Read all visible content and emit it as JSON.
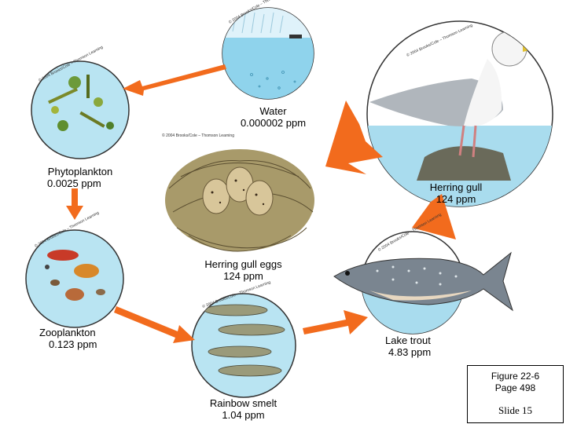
{
  "stages": {
    "water": {
      "name": "Water",
      "value": "0.000002 ppm"
    },
    "phytoplankton": {
      "name": "Phytoplankton",
      "value": "0.0025 ppm"
    },
    "zooplankton": {
      "name": "Zooplankton",
      "value": "0.123 ppm"
    },
    "smelt": {
      "name": "Rainbow smelt",
      "value": "1.04 ppm"
    },
    "trout": {
      "name": "Lake trout",
      "value": "4.83 ppm"
    },
    "gull": {
      "name": "Herring gull",
      "value": "124 ppm"
    },
    "eggs": {
      "name": "Herring gull eggs",
      "value": "124 ppm"
    }
  },
  "copyright": "© 2004 Brooks/Cole – Thomson Learning",
  "figure": {
    "line1": "Figure 22-6",
    "line2": "Page 498",
    "slide": "Slide 15"
  },
  "colors": {
    "arrow": "#f26b1d",
    "water": "#8fd3ec",
    "outline": "#2a2a2a"
  }
}
